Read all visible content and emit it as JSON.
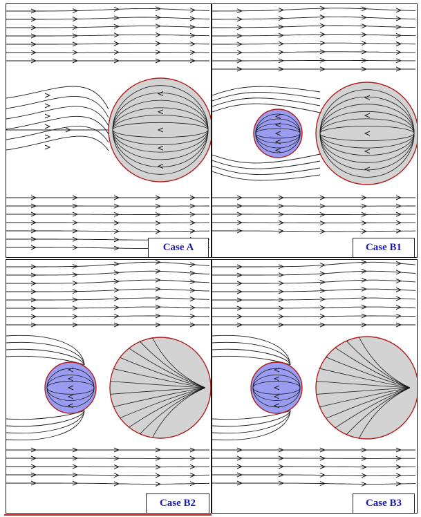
{
  "panels": [
    {
      "id": "A",
      "label": "Case A"
    },
    {
      "id": "B1",
      "label": "Case B1"
    },
    {
      "id": "B2",
      "label": "Case B2"
    },
    {
      "id": "B3",
      "label": "Case B3"
    }
  ],
  "colors": {
    "frame": "#111111",
    "streamline": "#1a1a1a",
    "large_body_fill": "#d3d3d3",
    "small_body_fill": "#9a9cf2",
    "body_outline": "#b01c1c",
    "label_text": "#1b1bb0"
  }
}
